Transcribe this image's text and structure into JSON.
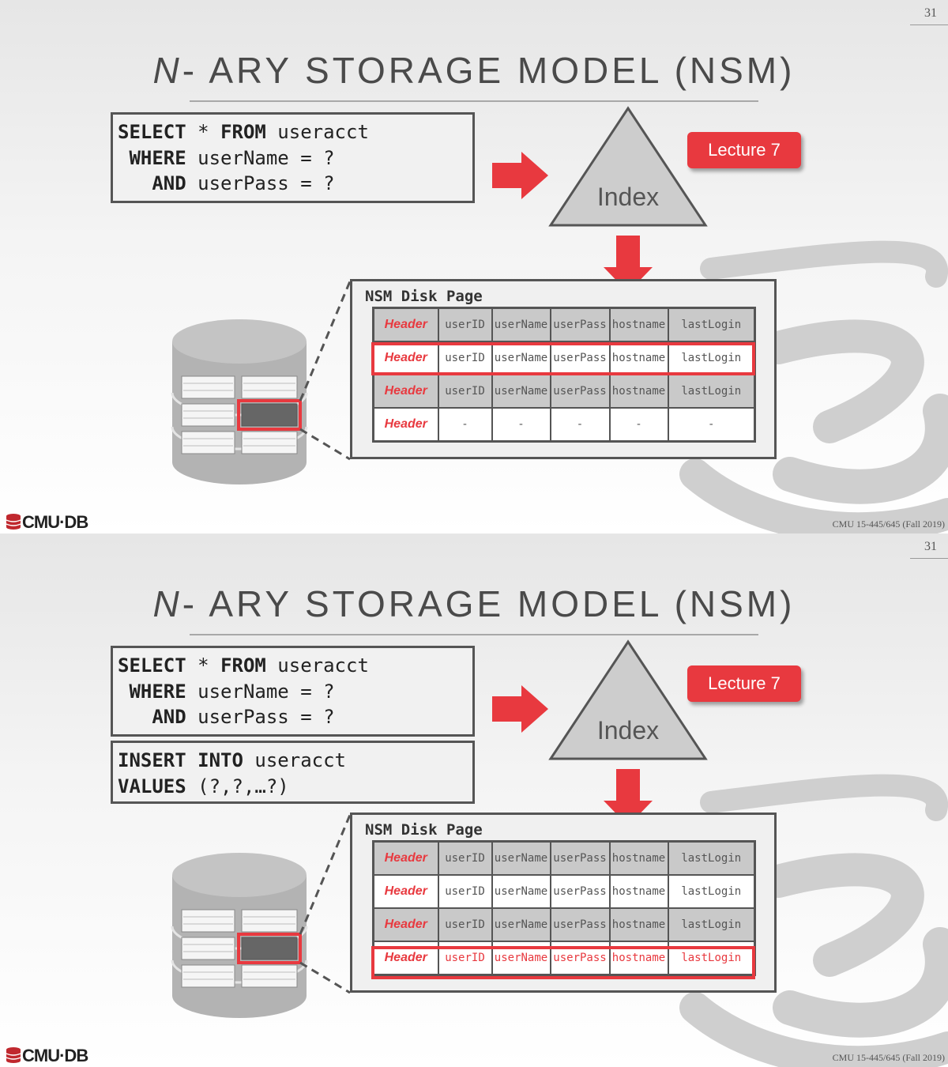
{
  "slides": [
    {
      "slide_number": "31",
      "title": {
        "italic": "N",
        "rest": "- ARY STORAGE MODEL (NSM)"
      },
      "query_box": {
        "lines": [
          {
            "kw": "SELECT",
            "text": " * ",
            "kw2": "FROM",
            "text2": " useracct"
          },
          {
            "kw": " WHERE",
            "text": " userName = ?"
          },
          {
            "kw": "   AND",
            "text": " userPass = ?"
          }
        ]
      },
      "index_label": "Index",
      "lecture_badge": "Lecture 7",
      "disk_page": {
        "label": "NSM Disk Page",
        "header_label": "Header",
        "rows": [
          {
            "style": "gray",
            "cells": [
              "userID",
              "userName",
              "userPass",
              "hostname",
              "lastLogin"
            ]
          },
          {
            "style": "white",
            "cells": [
              "userID",
              "userName",
              "userPass",
              "hostname",
              "lastLogin"
            ]
          },
          {
            "style": "gray",
            "cells": [
              "userID",
              "userName",
              "userPass",
              "hostname",
              "lastLogin"
            ]
          },
          {
            "style": "white",
            "cells": [
              "-",
              "-",
              "-",
              "-",
              "-"
            ]
          }
        ],
        "highlighted_row": 2
      },
      "logo": {
        "icon": "database-logo-icon",
        "text": "CMU",
        "text2": "·DB"
      },
      "footer": "CMU 15-445/645 (Fall 2019)"
    },
    {
      "slide_number": "31",
      "title": {
        "italic": "N",
        "rest": "- ARY STORAGE MODEL (NSM)"
      },
      "query_box": {
        "lines": [
          {
            "kw": "SELECT",
            "text": " * ",
            "kw2": "FROM",
            "text2": " useracct"
          },
          {
            "kw": " WHERE",
            "text": " userName = ?"
          },
          {
            "kw": "   AND",
            "text": " userPass = ?"
          }
        ]
      },
      "insert_box": {
        "lines": [
          {
            "kw": "INSERT INTO",
            "text": " useracct"
          },
          {
            "kw": "VALUES",
            "text": " (?,?,…?)"
          }
        ]
      },
      "index_label": "Index",
      "lecture_badge": "Lecture 7",
      "disk_page": {
        "label": "NSM Disk Page",
        "header_label": "Header",
        "rows": [
          {
            "style": "gray",
            "cells": [
              "userID",
              "userName",
              "userPass",
              "hostname",
              "lastLogin"
            ]
          },
          {
            "style": "white",
            "cells": [
              "userID",
              "userName",
              "userPass",
              "hostname",
              "lastLogin"
            ]
          },
          {
            "style": "gray",
            "cells": [
              "userID",
              "userName",
              "userPass",
              "hostname",
              "lastLogin"
            ]
          },
          {
            "style": "white red",
            "cells": [
              "userID",
              "userName",
              "userPass",
              "hostname",
              "lastLogin"
            ]
          }
        ],
        "highlighted_row": 4
      },
      "logo": {
        "icon": "database-logo-icon",
        "text": "CMU",
        "text2": "·DB"
      },
      "footer": "CMU 15-445/645 (Fall 2019)"
    }
  ],
  "colors": {
    "accent_red": "#e8393f",
    "border_gray": "#555555",
    "row_gray": "#c9c9c9"
  }
}
